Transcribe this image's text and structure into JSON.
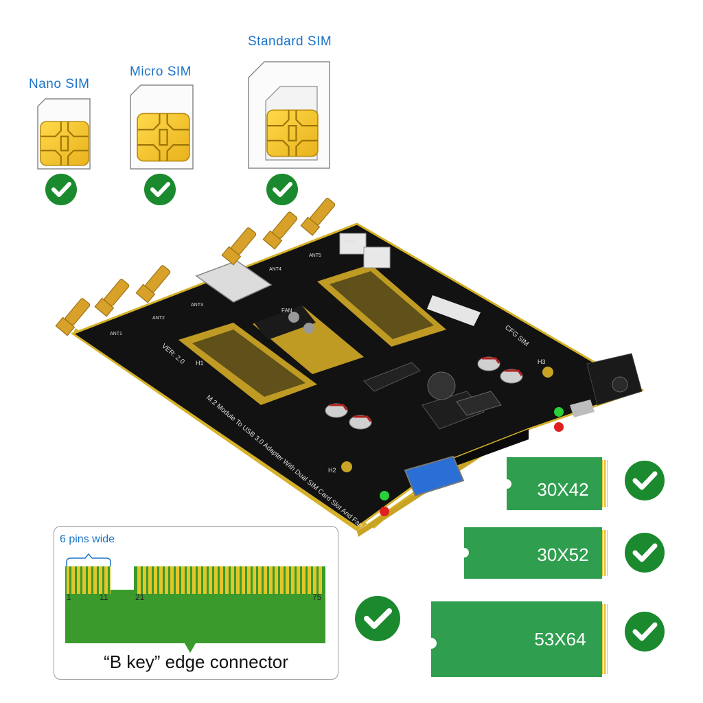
{
  "sims": [
    {
      "label": "Nano SIM"
    },
    {
      "label": "Micro SIM"
    },
    {
      "label": "Standard SIM"
    }
  ],
  "modules": [
    {
      "label": "30X42"
    },
    {
      "label": "30X52"
    },
    {
      "label": "53X64"
    }
  ],
  "connector": {
    "pins_wide": "6 pins wide",
    "pin_1": "1",
    "pin_11": "11",
    "pin_21": "21",
    "pin_75": "75",
    "caption": "“B key” edge connector"
  },
  "board": {
    "text_main": "M.2 Module To USB 3.0 Adapter With Dual SIM Card Slot And Fan",
    "version": "VER: 2.0",
    "fan_label": "FAN",
    "cfg_label": "CFG SIM",
    "ant_labels": [
      "ANT1",
      "ANT2",
      "ANT3",
      "ANT4",
      "ANT5",
      "ANT6"
    ],
    "h_labels": [
      "H1",
      "H2",
      "H3"
    ]
  },
  "colors": {
    "check_green": "#1b8a2e",
    "module_green": "#2f9e4f",
    "label_blue": "#1a73c8",
    "chip_gold": "#f3c230",
    "pcb_black": "#111111",
    "gold_edge": "#d4b12a"
  }
}
